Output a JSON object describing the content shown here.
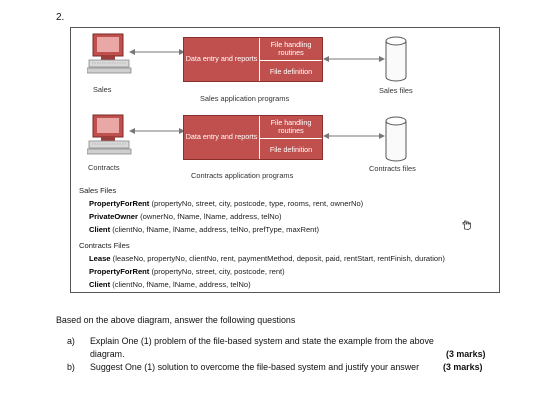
{
  "question_number": "2.",
  "figure": {
    "sales": {
      "terminal_label": "Sales",
      "prog_left": "Data entry and reports",
      "prog_right_top": "File handling routines",
      "prog_right_bottom": "File definition",
      "caption": "Sales application programs",
      "files_label": "Sales files"
    },
    "contracts": {
      "terminal_label": "Contracts",
      "prog_left": "Data entry and reports",
      "prog_right_top": "File handling routines",
      "prog_right_bottom": "File definition",
      "caption": "Contracts application programs",
      "files_label": "Contracts files"
    },
    "sales_files": {
      "heading": "Sales Files",
      "entries": [
        {
          "name": "PropertyForRent",
          "fields": "(propertyNo, street, city, postcode, type, rooms, rent, ownerNo)"
        },
        {
          "name": "PrivateOwner",
          "fields": "(ownerNo, fName, lName, address, telNo)"
        },
        {
          "name": "Client",
          "fields": "(clientNo, fName, lName, address, telNo, prefType, maxRent)"
        }
      ]
    },
    "contracts_files": {
      "heading": "Contracts Files",
      "entries": [
        {
          "name": "Lease",
          "fields": "(leaseNo, propertyNo, clientNo, rent, paymentMethod, deposit, paid, rentStart, rentFinish, duration)"
        },
        {
          "name": "PropertyForRent",
          "fields": "(propertyNo, street, city, postcode, rent)"
        },
        {
          "name": "Client",
          "fields": "(clientNo, fName, lName, address, telNo)"
        }
      ]
    }
  },
  "intro": "Based on the above diagram, answer the following questions",
  "questions": [
    {
      "label": "a)",
      "line1": "Explain One (1) problem of the file-based system and state the example from the above",
      "line2": "diagram.",
      "marks": "(3 marks)"
    },
    {
      "label": "b)",
      "line1": "Suggest One (1) solution to overcome the file-based system and justify your answer",
      "marks": "(3 marks)"
    }
  ]
}
